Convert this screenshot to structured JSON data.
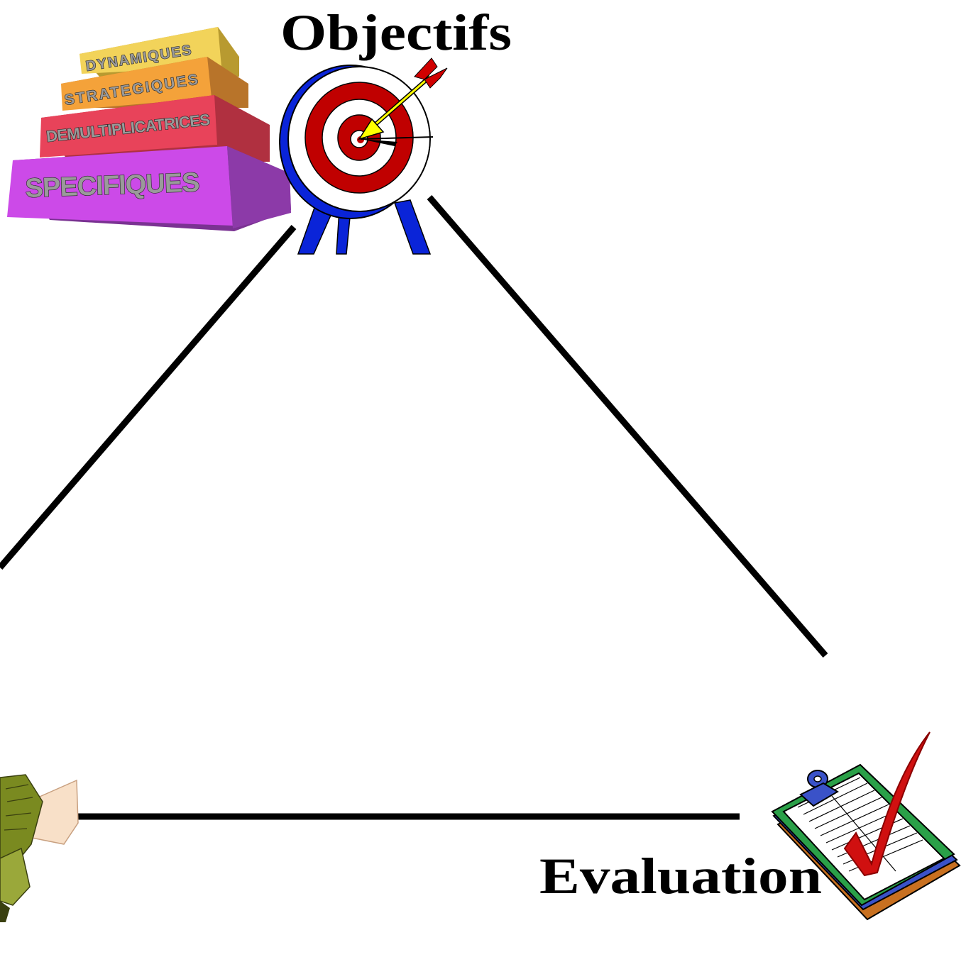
{
  "labels": {
    "top": "Objectifs",
    "bottom_right": "Evaluation"
  },
  "pyramid": {
    "steps": [
      {
        "label": "DYNAMIQUES",
        "color": "#f2d35a"
      },
      {
        "label": "STRATEGIQUES",
        "color": "#f4a23a"
      },
      {
        "label": "DEMULTIPLICATRICES",
        "color": "#e8435a"
      },
      {
        "label": "SPECIFIQUES",
        "color": "#cc4ae8"
      }
    ]
  },
  "colors": {
    "lines": "#000000",
    "target_red": "#c00000",
    "target_blue": "#0a24d8",
    "arrow_yellow": "#ffff00",
    "check_red": "#d01010",
    "clipboard_blue": "#3a52c8"
  },
  "icons": [
    "step-pyramid-icon",
    "target-icon",
    "clipboard-check-icon",
    "partial-figure-icon"
  ]
}
